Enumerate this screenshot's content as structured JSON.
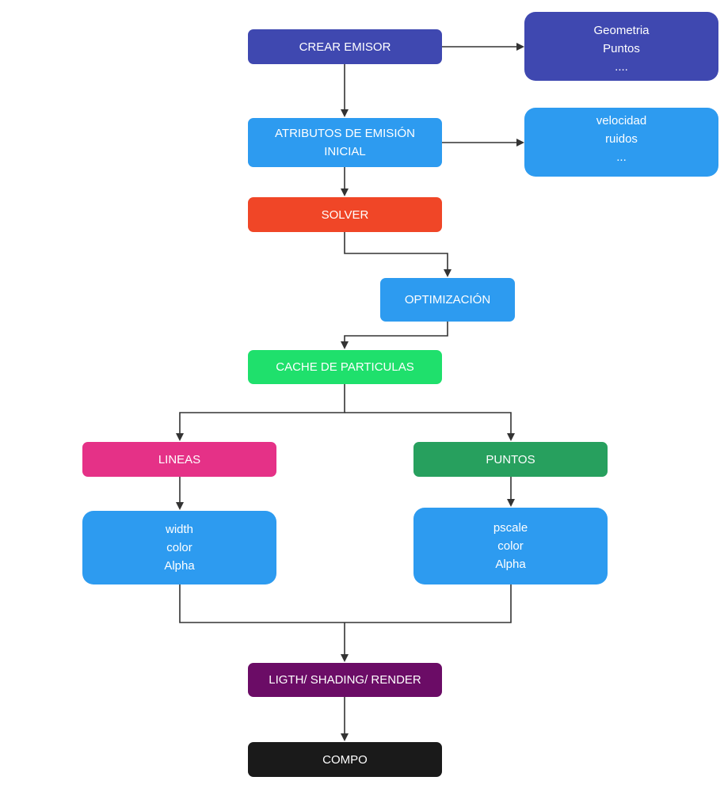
{
  "nodes": {
    "crear_emisor": {
      "label": "CREAR EMISOR",
      "color": "#3F48B0"
    },
    "emisor_detail": {
      "lines": [
        "Geometria",
        "Puntos",
        "...."
      ],
      "color": "#3F48B0"
    },
    "atributos": {
      "lines": [
        "ATRIBUTOS DE EMISIÓN",
        "INICIAL"
      ],
      "color": "#2D9BF0"
    },
    "atributos_detail": {
      "lines": [
        "velocidad",
        "ruidos",
        "..."
      ],
      "color": "#2D9BF0"
    },
    "solver": {
      "label": "SOLVER",
      "color": "#F04627"
    },
    "optimizacion": {
      "label": "OPTIMIZACIÓN",
      "color": "#2D9BF0"
    },
    "cache": {
      "label": "CACHE DE PARTICULAS",
      "color": "#1FE06C"
    },
    "lineas": {
      "label": "LINEAS",
      "color": "#E53187"
    },
    "puntos": {
      "label": "PUNTOS",
      "color": "#27A05E"
    },
    "lineas_attrs": {
      "lines": [
        "width",
        "color",
        "Alpha"
      ],
      "color": "#2D9BF0"
    },
    "puntos_attrs": {
      "lines": [
        "pscale",
        "color",
        "Alpha"
      ],
      "color": "#2D9BF0"
    },
    "render": {
      "label": "LIGTH/ SHADING/ RENDER",
      "color": "#6B0C66"
    },
    "compo": {
      "label": "COMPO",
      "color": "#1A1A1A"
    }
  },
  "edge_color": "#333333"
}
